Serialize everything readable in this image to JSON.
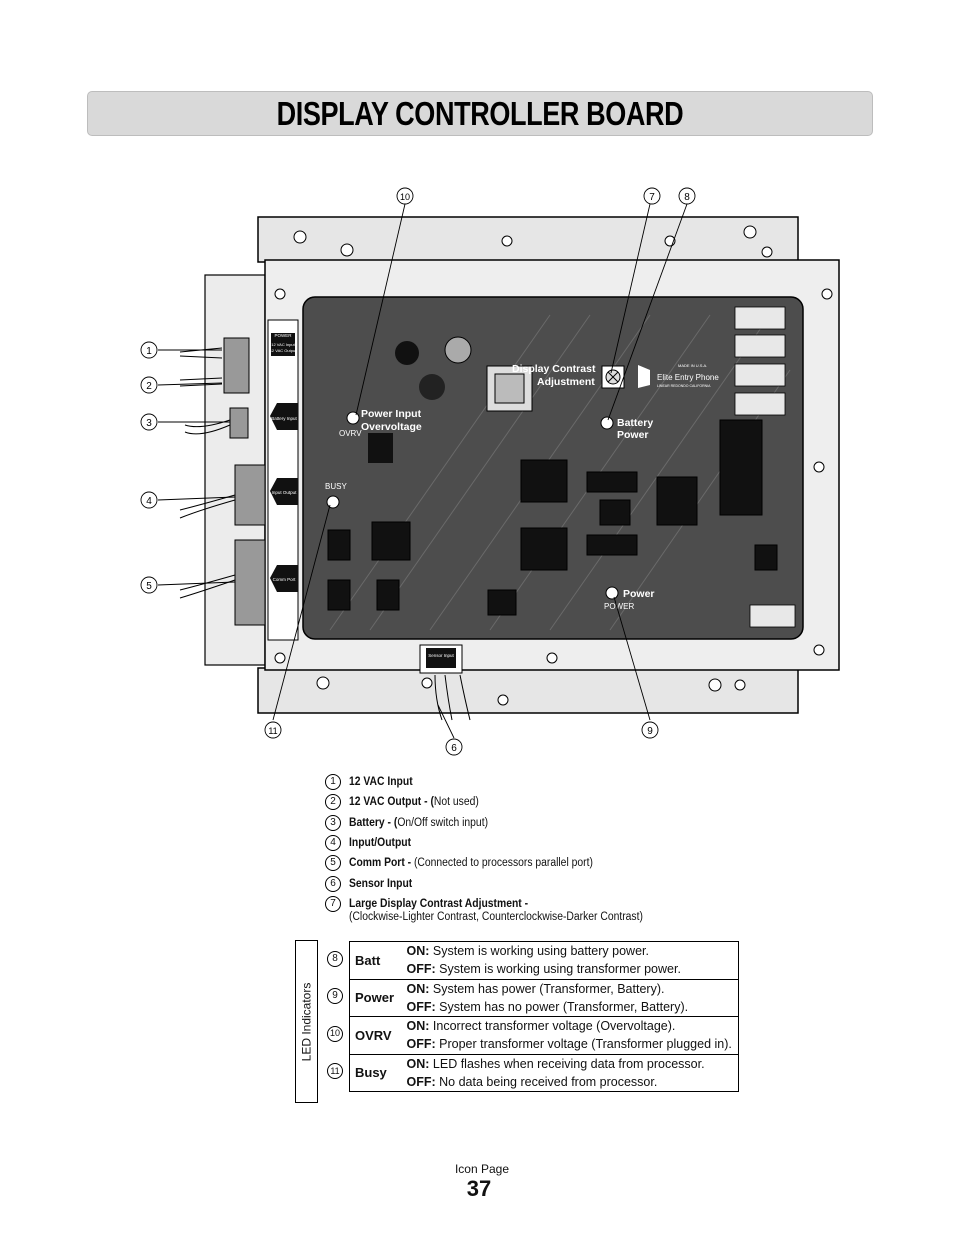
{
  "page": {
    "title": "DISPLAY CONTROLLER BOARD",
    "footer_label": "Icon Page",
    "page_number": "37"
  },
  "diagram": {
    "connector_labels": {
      "power": "POWER",
      "vac_input": "12 VAC Input",
      "vac_output": "12 VAC Output",
      "battery_input": "Battery Input",
      "input_output": "Input Output",
      "comm_port": "Comm Port",
      "sensor_input": "Sensor Input"
    },
    "board_labels": {
      "power_input_overvoltage": "Power Input Overvoltage",
      "ovrv": "OVRV",
      "busy": "BUSY",
      "display_contrast_adjustment": "Display Contrast Adjustment",
      "battery_power": "Battery Power",
      "power": "Power",
      "power_caps": "POWER",
      "brand": "Elite Entry Phone",
      "made_in": "MADE IN U.S.A.",
      "brand_sub": "LINEAR REDONDO CALIFORNIA"
    },
    "callouts": [
      "1",
      "2",
      "3",
      "4",
      "5",
      "6",
      "7",
      "8",
      "9",
      "10",
      "11"
    ]
  },
  "legend": {
    "items": [
      {
        "num": "1",
        "bold": "12 VAC Input",
        "normal": ""
      },
      {
        "num": "2",
        "bold": "12 VAC Output - (",
        "normal": "Not used)"
      },
      {
        "num": "3",
        "bold": "Battery - (",
        "normal": "On/Off switch input)"
      },
      {
        "num": "4",
        "bold": "Input/Output",
        "normal": ""
      },
      {
        "num": "5",
        "bold": "Comm Port - ",
        "normal": "(Connected to processors parallel port)"
      },
      {
        "num": "6",
        "bold": "Sensor Input",
        "normal": ""
      },
      {
        "num": "7",
        "bold": "Large Display Contrast Adjustment -",
        "normal": ""
      }
    ],
    "item7_sub": "(Clockwise-Lighter Contrast, Counterclockwise-Darker Contrast)"
  },
  "led": {
    "label": "LED Indicators",
    "rows": [
      {
        "num": "8",
        "name": "Batt",
        "on_label": "ON:",
        "on_text": "System is working using battery power.",
        "off_label": "OFF:",
        "off_text": "System is working using transformer power."
      },
      {
        "num": "9",
        "name": "Power",
        "on_label": "ON:",
        "on_text": "System has power (Transformer, Battery).",
        "off_label": "OFF:",
        "off_text": "System has no power (Transformer, Battery)."
      },
      {
        "num": "10",
        "name": "OVRV",
        "on_label": "ON:",
        "on_text": "Incorrect transformer voltage (Overvoltage).",
        "off_label": "OFF:",
        "off_text": "Proper transformer voltage (Transformer plugged in)."
      },
      {
        "num": "11",
        "name": "Busy",
        "on_label": "ON:",
        "on_text": "LED flashes when receiving data from processor.",
        "off_label": "OFF:",
        "off_text": "No data being received from processor."
      }
    ]
  }
}
